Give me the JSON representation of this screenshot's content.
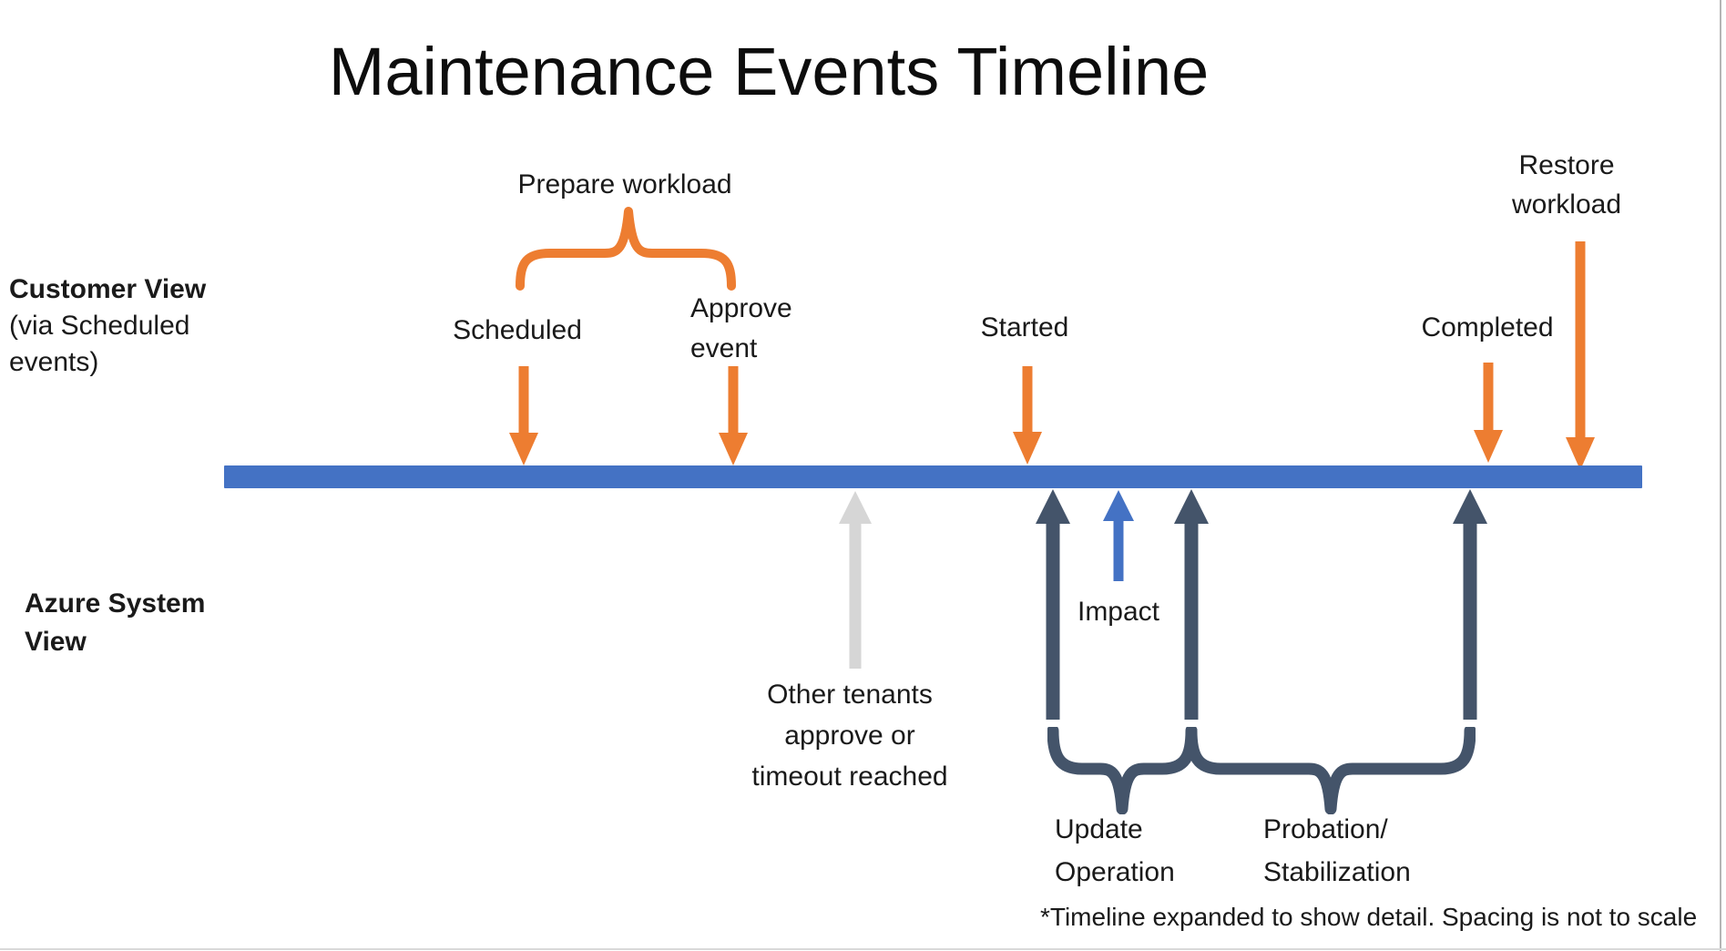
{
  "title": "Maintenance Events Timeline",
  "colors": {
    "orange": "#ED7D31",
    "blue": "#4472C4",
    "navy": "#44546A",
    "gray": "#D6D6D6",
    "text": "#1A1A1A"
  },
  "lanes": {
    "customer": {
      "line1": "Customer View",
      "line2": "(via Scheduled",
      "line3": "events)"
    },
    "azure": {
      "line1": "Azure System",
      "line2": "View"
    }
  },
  "customer_events": {
    "prepare": "Prepare workload",
    "scheduled": "Scheduled",
    "approve": {
      "line1": "Approve",
      "line2": "event"
    },
    "started": "Started",
    "completed": "Completed",
    "restore": {
      "line1": "Restore",
      "line2": "workload"
    }
  },
  "system_events": {
    "other_tenants": {
      "line1": "Other tenants",
      "line2": "approve or",
      "line3": "timeout reached"
    },
    "impact": "Impact",
    "update_operation": {
      "line1": "Update",
      "line2": "Operation"
    },
    "probation": {
      "line1": "Probation/",
      "line2": "Stabilization"
    }
  },
  "footnote": "*Timeline expanded to show detail. Spacing is not to scale"
}
